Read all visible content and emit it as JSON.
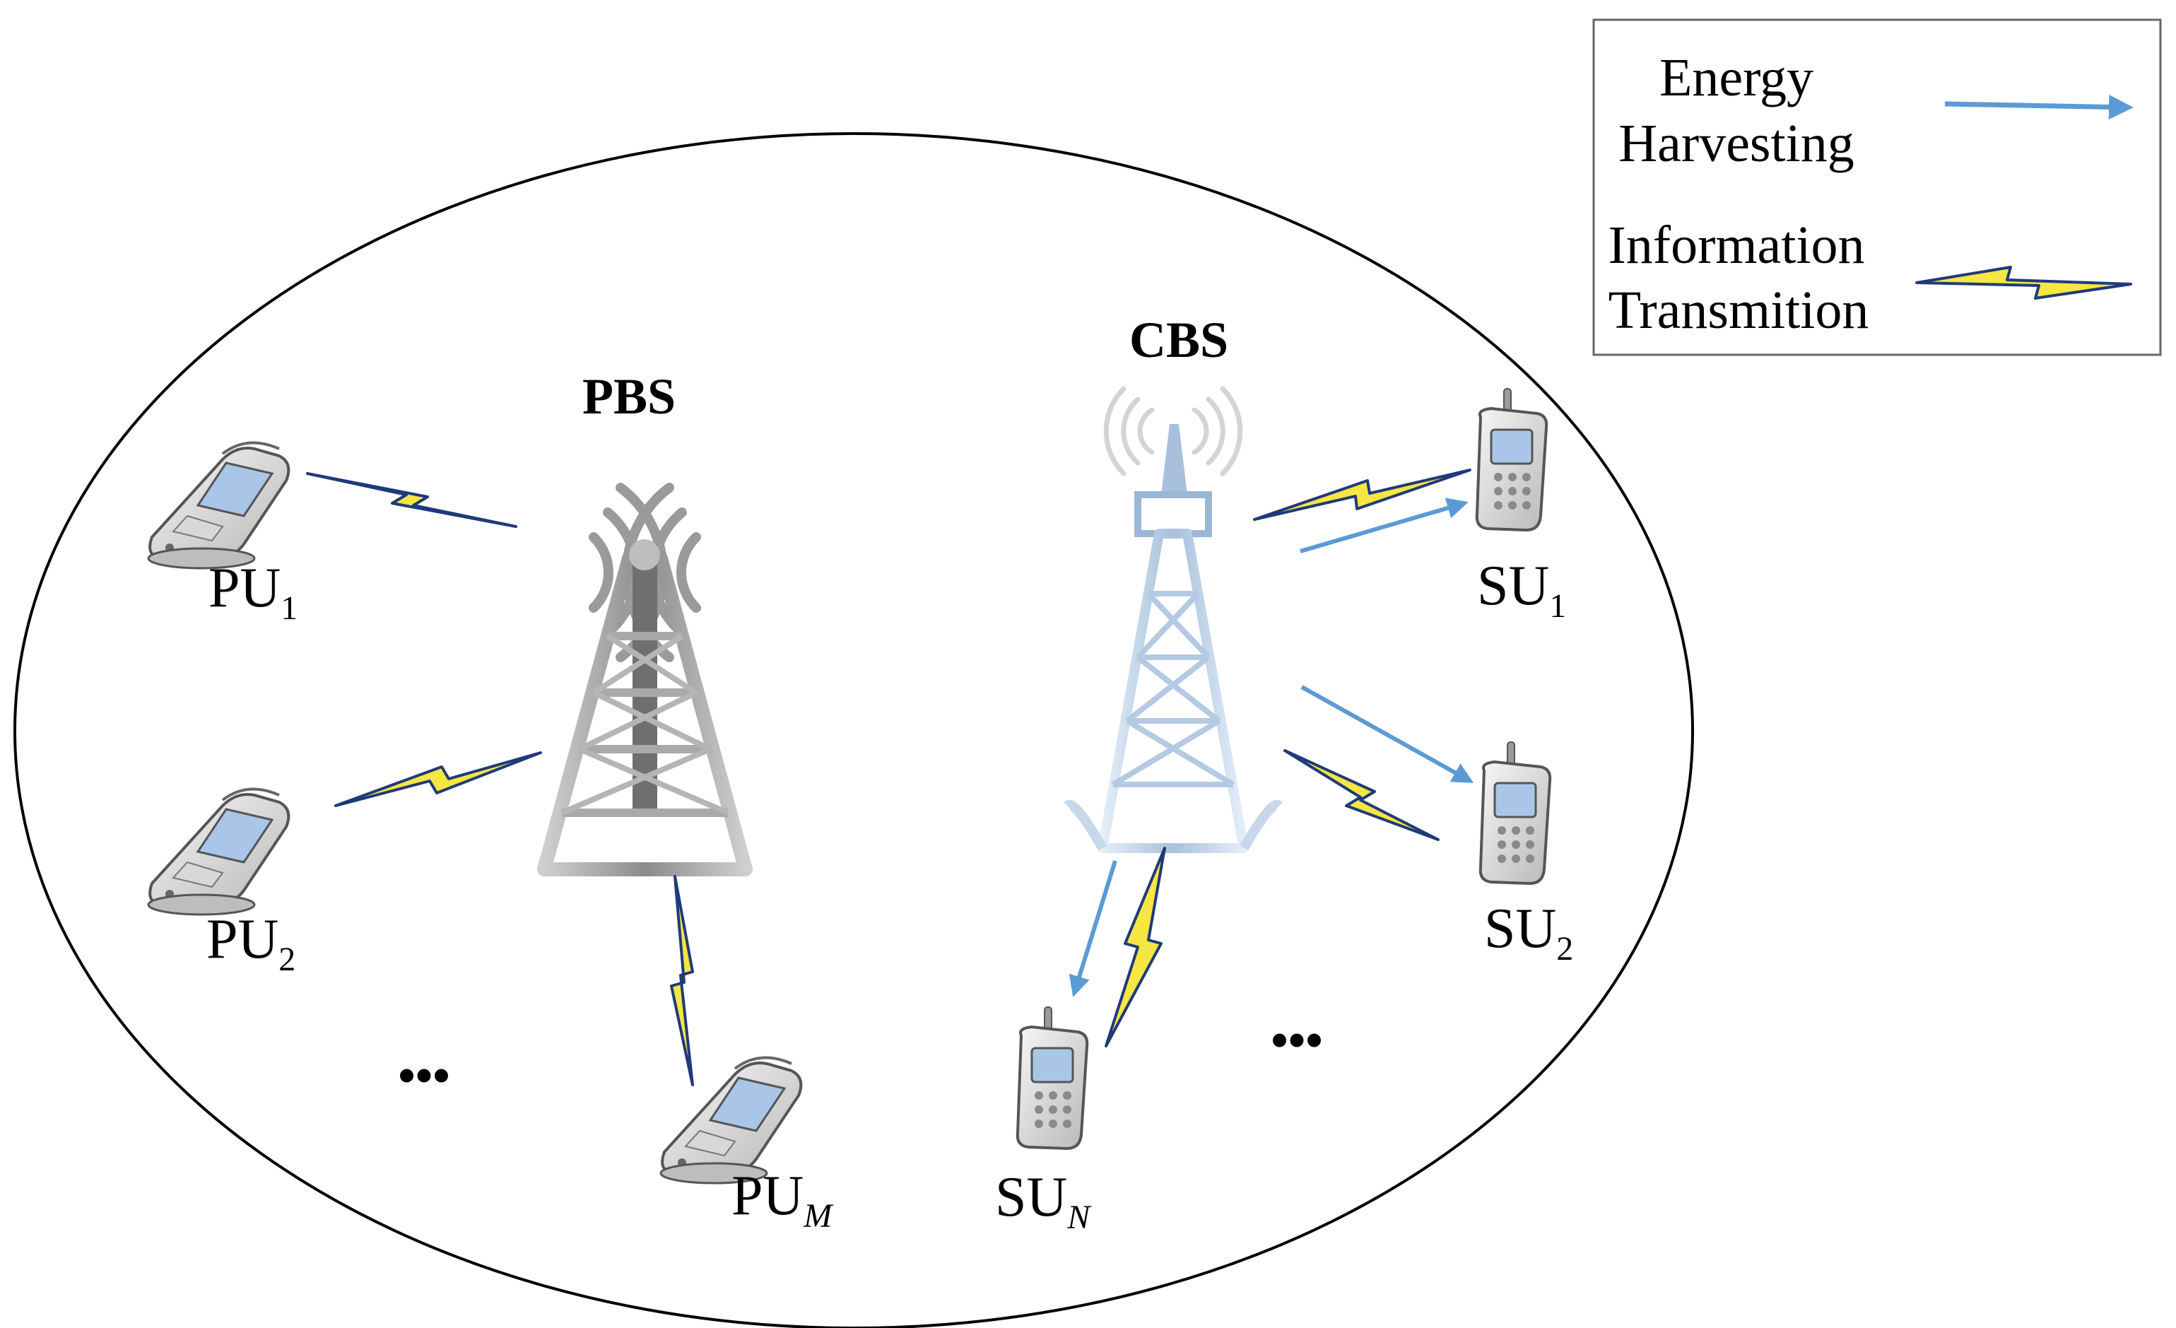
{
  "legend": {
    "energy_label_line1": "Energy",
    "energy_label_line2": "Harvesting",
    "info_label_line1": "Information",
    "info_label_line2": "Transmition"
  },
  "stations": {
    "pbs": "PBS",
    "cbs": "CBS"
  },
  "primary_users": [
    {
      "base": "PU",
      "sub": "1"
    },
    {
      "base": "PU",
      "sub": "2"
    },
    {
      "base": "PU",
      "sub": "M"
    }
  ],
  "secondary_users": [
    {
      "base": "SU",
      "sub": "1"
    },
    {
      "base": "SU",
      "sub": "2"
    },
    {
      "base": "SU",
      "sub": "N"
    }
  ],
  "ellipsis": "•••",
  "colors": {
    "energy_arrow": "#5b9bd5",
    "bolt_fill": "#f5e642",
    "bolt_edge": "#1f3a7a",
    "tower_pbs": "#9a9a9a",
    "tower_cbs": "#a9c3de",
    "phone_body": "#e6e6e6",
    "phone_screen": "#a9c6e8"
  }
}
